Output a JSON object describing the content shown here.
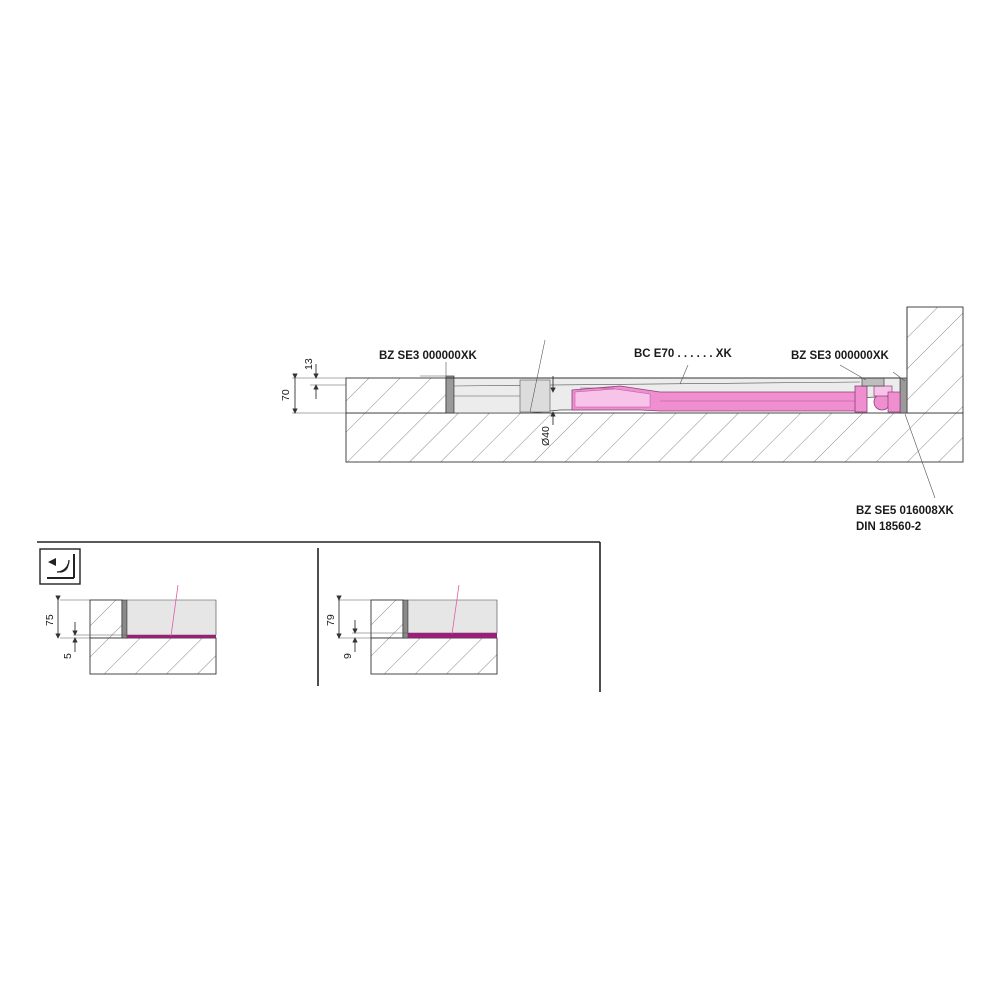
{
  "labels": {
    "bz_se3_left": "BZ SE3 000000XK",
    "bc_e70": "BC E70  . . . . . . XK",
    "bz_se3_right": "BZ SE3 000000XK",
    "bz_se5": "BZ SE5 016008XK",
    "din": "DIN 18560-2"
  },
  "dimensions": {
    "main_total": "70",
    "main_top": "13",
    "drain_diameter": "Ø40",
    "detail_left_total": "75",
    "detail_left_bottom": "5",
    "detail_right_total": "79",
    "detail_right_bottom": "9"
  },
  "icons": {
    "detail_symbol": "acoustic-insulation-icon"
  },
  "colors": {
    "tray_pink": "#f08fd0",
    "tray_pink_light": "#f7c3e8",
    "tray_grey": "#e6e6e6",
    "membrane_magenta": "#9b1f7a",
    "hatch": "#7a7a7a"
  }
}
